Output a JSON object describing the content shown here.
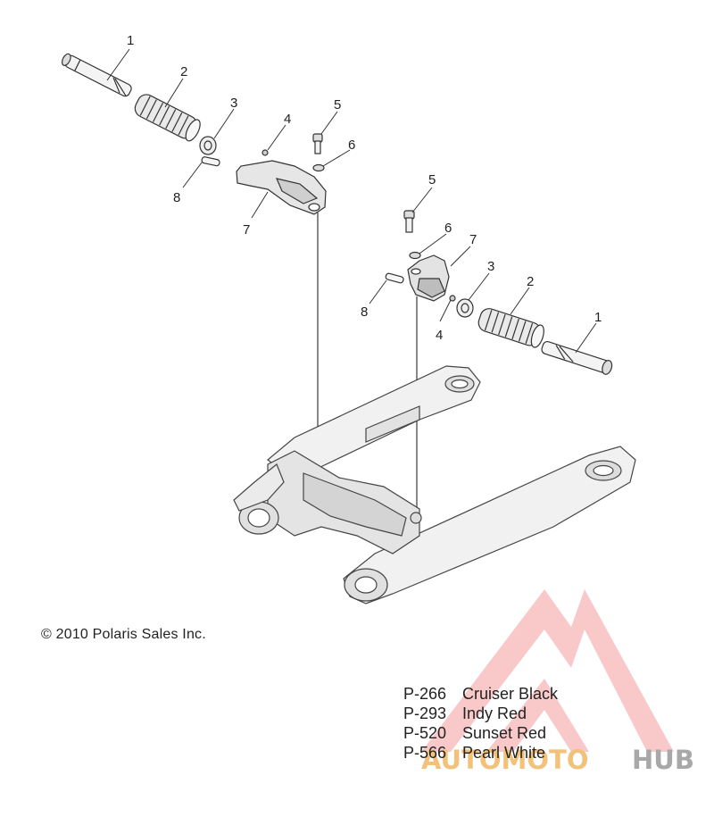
{
  "callouts": {
    "upper_left": [
      "1",
      "2",
      "3",
      "4",
      "5",
      "6",
      "7",
      "8"
    ],
    "lower_right": [
      "5",
      "6",
      "7",
      "3",
      "2",
      "1",
      "8",
      "4"
    ]
  },
  "copyright": "© 2010 Polaris Sales Inc.",
  "color_codes": [
    {
      "code": "P-266",
      "name": "Cruiser Black"
    },
    {
      "code": "P-293",
      "name": "Indy Red"
    },
    {
      "code": "P-520",
      "name": "Sunset Red"
    },
    {
      "code": "P-566",
      "name": "Pearl White"
    }
  ],
  "watermark": {
    "part1": "AUTOMOTO",
    "part2": "HUB",
    "accent_color": "#f26d6d",
    "accent_text_color": "#f3c27a",
    "secondary_color": "#a8a8a8"
  }
}
